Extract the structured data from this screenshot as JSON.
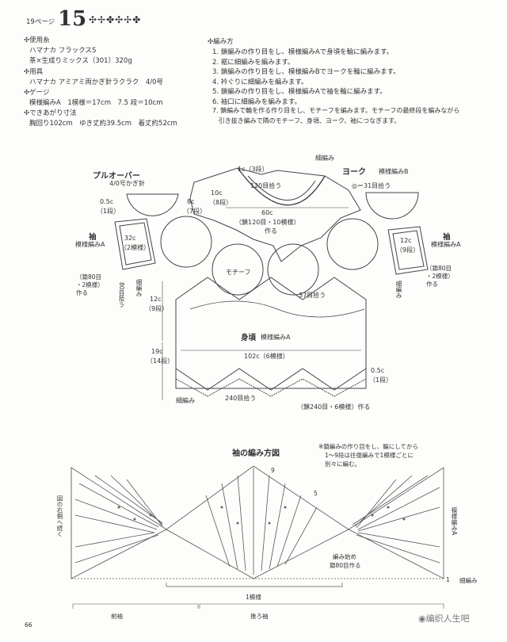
{
  "header": {
    "page_ref": "19ページ",
    "pattern_no": "15",
    "ornament": "✣✢✤✣✢✤"
  },
  "materials": {
    "yarn_title": "使用糸",
    "yarn_line1": "ハマナカ フラックスS",
    "yarn_line2": "茶×生成りミックス（301）320g",
    "tools_title": "用具",
    "tools_line": "ハマナカ アミアミ両かぎ針ラクラク　4/0号",
    "gauge_title": "ゲージ",
    "gauge_line": "模様編みA　1模様＝17cm　7.5 段＝10cm",
    "size_title": "できあがり寸法",
    "size_line": "胸回り102cm　ゆき丈約39.5cm　着丈約52cm"
  },
  "instructions": {
    "title": "編み方",
    "steps": [
      "1. 鎖編みの作り目をし、模様編みAで身頃を輪に編みます。",
      "2. 裾に細編みを編みます。",
      "3. 鎖編みの作り目をし、模様編みBでヨークを輪に編みます。",
      "4. 衿ぐりに細編みを編みます。",
      "5. 鎖編みの作り目をし、模様編みAで袖を輪に編みます。",
      "6. 袖口に細編みを編みます。",
      "7. 鎖編みで輪を作る作り目をし、モチーフを編みます。モチーフの最終段を編みながら",
      "   引き抜き編みで隣のモチーフ、身頃、ヨーク、袖につなぎます。"
    ]
  },
  "diagram": {
    "title": "プルオーバー",
    "hook": "4/0号かぎ針",
    "yoke_label": "ヨーク",
    "yoke_pattern": "模様編みB",
    "neck_edge": "細編み",
    "neck_depth": "1c（3段）",
    "neck_pick": "120目拾う",
    "yoke_stitches": "◎＝31目拾う",
    "yoke_depth_a": "10c",
    "yoke_depth_b": "（8段）",
    "yoke_side_a": "8c",
    "yoke_side_b": "（7段）",
    "yoke_width": "60c",
    "yoke_chain": "（鎖120目・10模様）",
    "yoke_make": "作る",
    "motif_label": "モチーフ",
    "sleeve_label": "袖",
    "sleeve_pattern": "模様編みA",
    "sleeve_cuff_a": "0.5c",
    "sleeve_cuff_b": "（1段）",
    "sleeve_width": "32c",
    "sleeve_rows": "（2模様）",
    "sleeve_depth_r": "12c",
    "sleeve_rows_r": "（9段）",
    "sleeve_chain_l": "（鎖80目\n・2模様）\n作る",
    "sleeve_chain_r": "（鎖80目\n・2模様）\n作る",
    "sleeve_pick": "80目拾う",
    "sleeve_edge": "細編み",
    "body_label": "身頃",
    "body_pattern": "模様編みA",
    "body_upper": "12c",
    "body_upper_rows": "（9段）",
    "body_pick": "37目拾う",
    "body_lower": "19c",
    "body_lower_rows": "（14段）",
    "body_width": "102c（6模様）",
    "body_hem_a": "0.5c",
    "body_hem_b": "（1段）",
    "body_hem_edge": "細編み",
    "body_hem_pick": "240目拾う",
    "body_chain": "（鎖240目・6模様）作る"
  },
  "sleeve_chart": {
    "title": "袖の編み方図",
    "note_1": "※鎖編みの作り目をし、輪にしてから",
    "note_2": "1～9段は往復編みで1模様ごとに",
    "note_3": "別々に編む。",
    "row_9": "9",
    "row_5": "5",
    "row_1": "1",
    "start": "編み始め",
    "start_chain": "鎖80目作る",
    "left_note": "図の右側へ続く",
    "right_pattern": "模様編みA",
    "edge": "細編み",
    "repeat": "1模様",
    "front": "前袖",
    "back": "後ろ袖"
  },
  "footer": {
    "page_no": "66",
    "watermark": "编织人生吧"
  }
}
